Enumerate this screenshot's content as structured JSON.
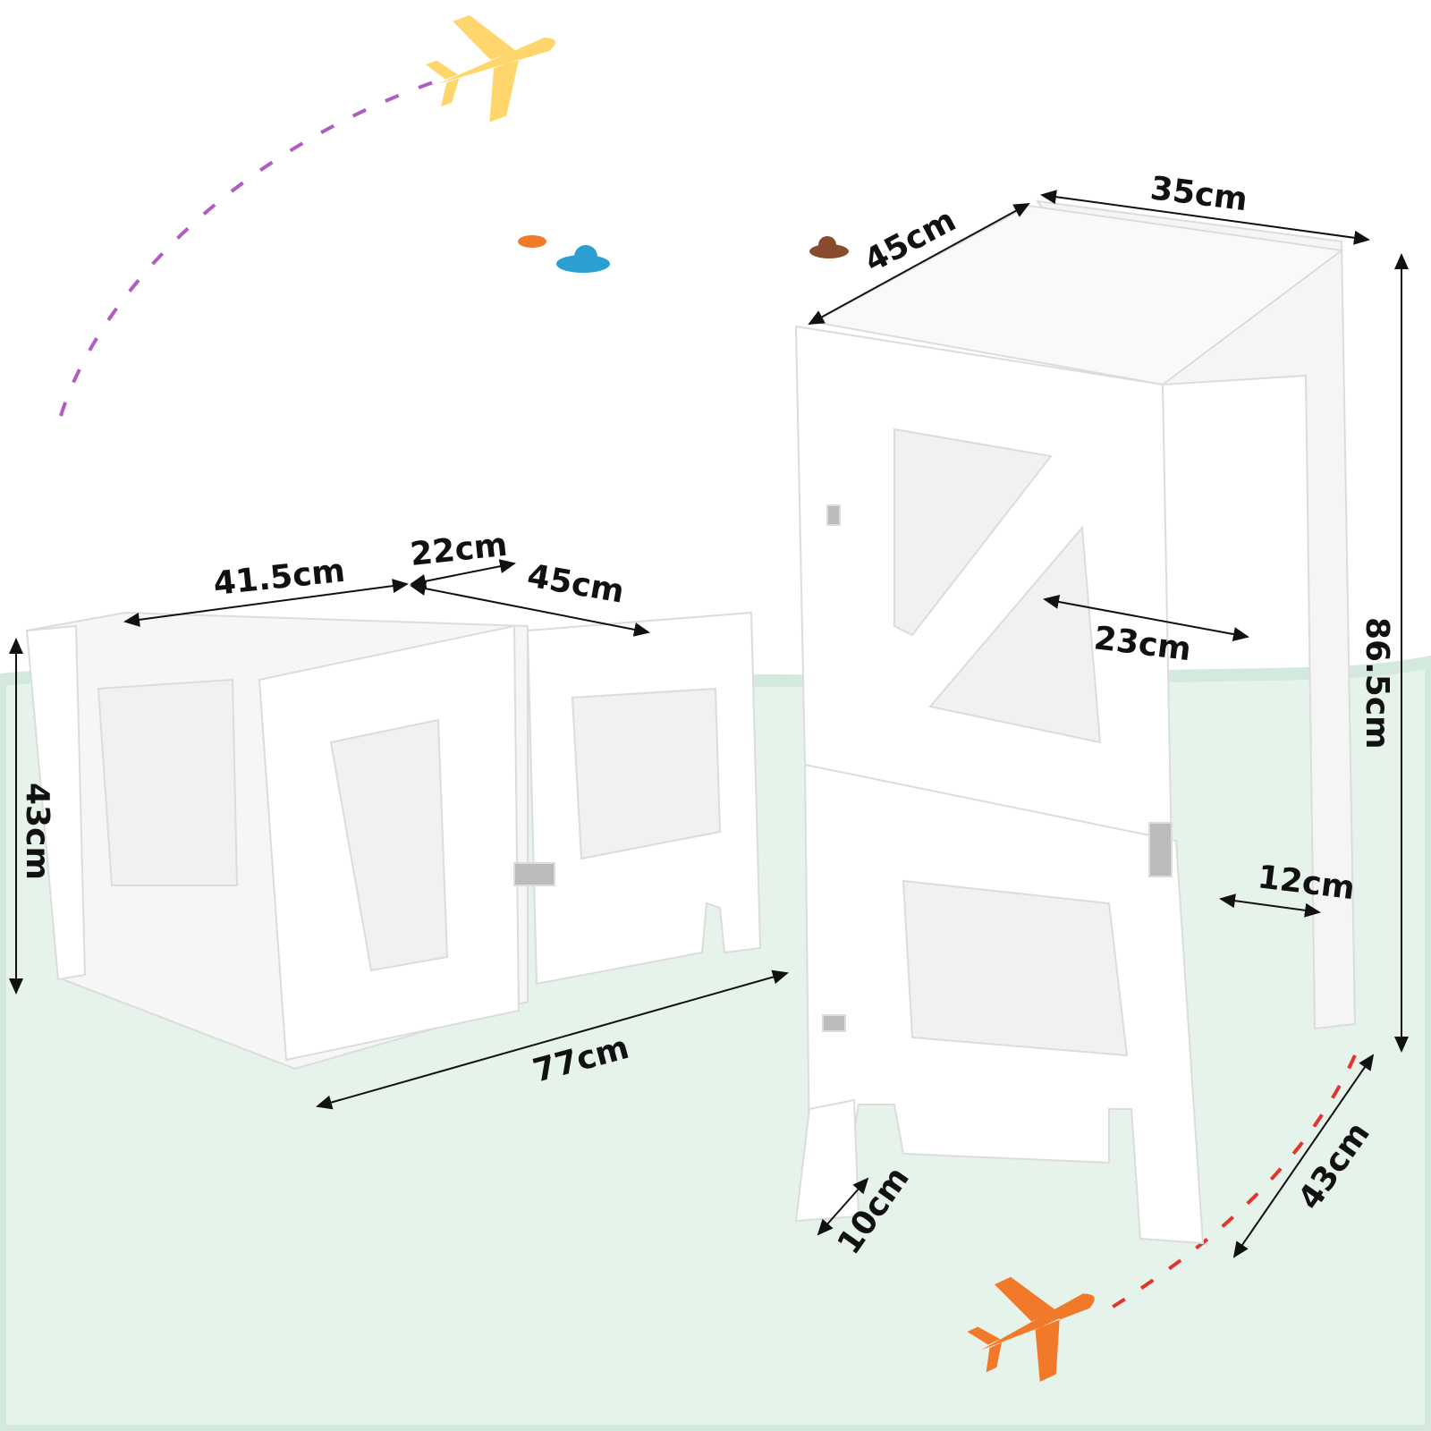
{
  "colors": {
    "background_top": "#ffffff",
    "background_bottom": "#e6f3ea",
    "wave": "#d3e9de",
    "product": "#ffffff",
    "product_shade": "#ececec",
    "plane_top": "#ffd66b",
    "plane_bottom": "#f07a2a",
    "cloud_blue": "#2a9fd0",
    "cloud_orange": "#f07a2a",
    "cloud_brown": "#8a4a2e"
  },
  "icons": [
    "airplane-icon",
    "cloud-icon"
  ],
  "folded_view": {
    "width_top": "41.5cm",
    "step": "22cm",
    "depth": "45cm",
    "height": "43cm",
    "length": "77cm"
  },
  "tower_view": {
    "width": "35cm",
    "depth_top": "45cm",
    "height": "86.5cm",
    "platform": "23cm",
    "step": "12cm",
    "depth_bottom": "43cm",
    "foot": "10cm"
  }
}
